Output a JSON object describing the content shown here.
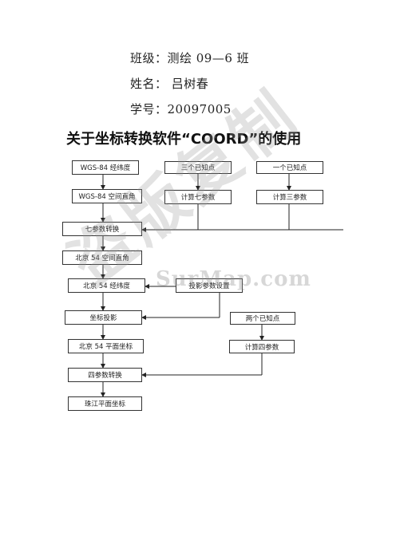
{
  "header": {
    "class_line": "班级：测绘 09—6 班",
    "name_line": "姓名：   吕树春",
    "id_line": "学号：20097005"
  },
  "title": "关于坐标转换软件“COORD”的使用",
  "flow": {
    "wgs84_geodetic": "WGS-84 经纬度",
    "three_known_points": "三个已知点",
    "one_known_point": "一个已知点",
    "wgs84_spatial": "WGS-84 空间直角",
    "compute_seven": "计算七参数",
    "compute_three": "计算三参数",
    "seven_transform": "七参数转换",
    "beijing54_spatial": "北京 54 空间直角",
    "beijing54_geodetic": "北京 54 经纬度",
    "projection_settings": "投影参数设置",
    "coord_projection": "坐标投影",
    "two_known_points": "两个已知点",
    "beijing54_plane": "北京 54 平面坐标",
    "compute_four": "计算四参数",
    "four_transform": "四参数转换",
    "zhujiang_plane": "珠江平面坐标"
  },
  "watermark": {
    "text": "盗版复制",
    "site": "SurMap.com"
  }
}
